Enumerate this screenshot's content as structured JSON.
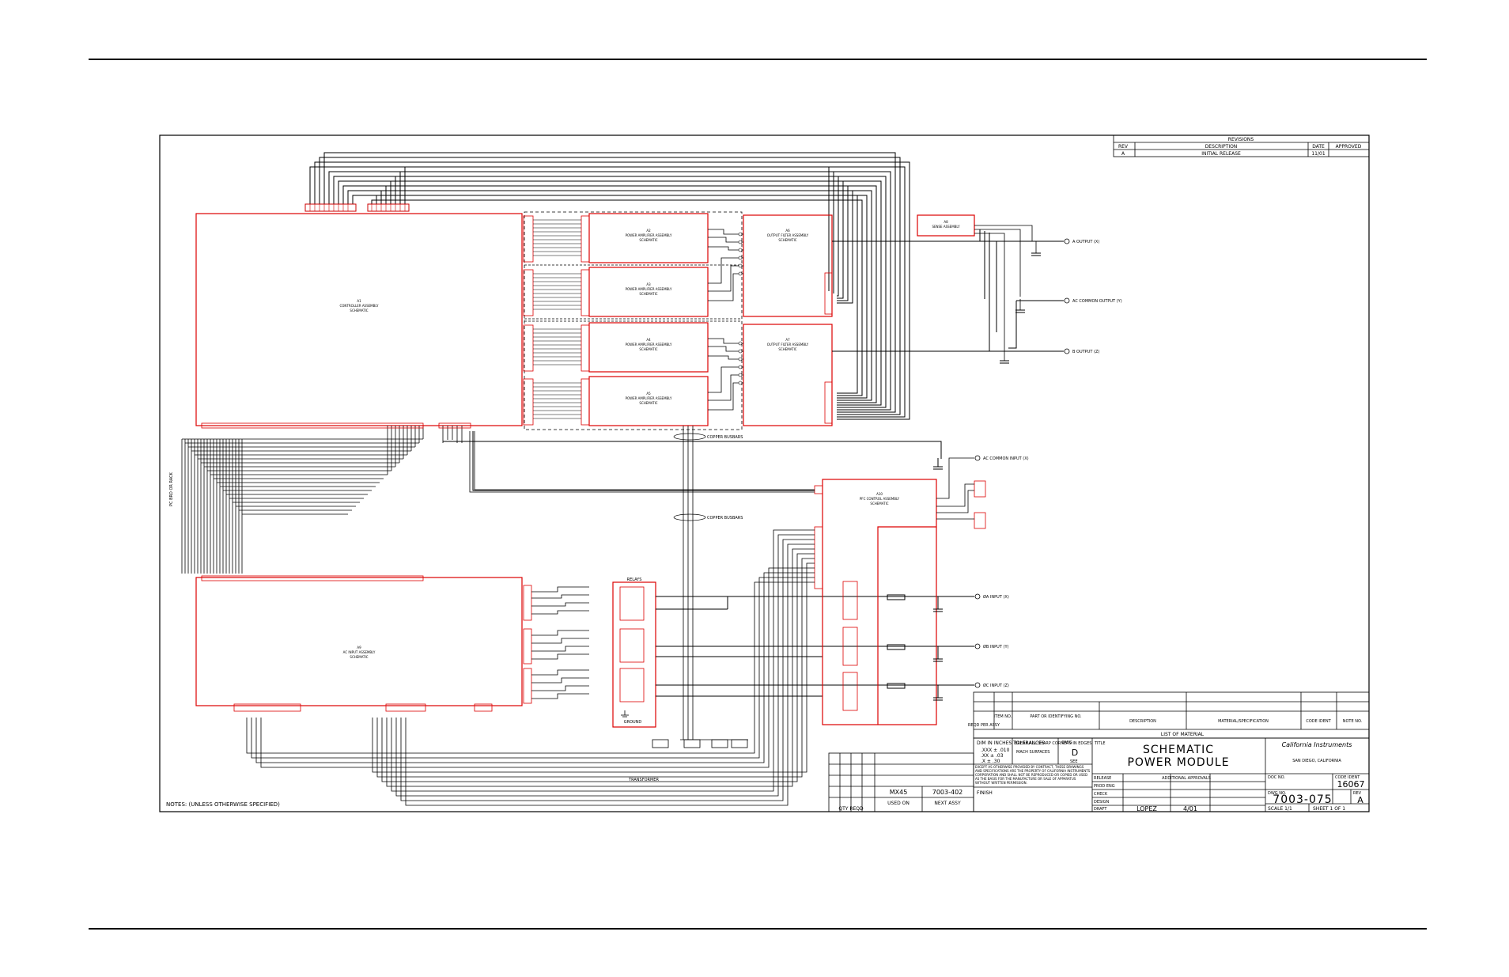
{
  "revisions": {
    "header": "REVISIONS",
    "col_rev": "REV",
    "col_description": "DESCRIPTION",
    "col_date": "DATE",
    "col_approved": "APPROVED",
    "row_rev": "A",
    "row_description": "INITIAL RELEASE",
    "row_date": "11/01"
  },
  "labels": {
    "copper_busbars_top": "COPPER BUSBARS",
    "copper_busbars_mid": "COPPER BUSBARS",
    "notes": "NOTES: (UNLESS OTHERWISE SPECIFIED)",
    "output_a": "A OUTPUT (X)",
    "common_output": "AC COMMON OUTPUT (Y)",
    "output_b": "B OUTPUT (Z)",
    "common_input": "AC COMMON INPUT (X)",
    "input_a": "ØA INPUT (X)",
    "input_b": "ØB INPUT (Y)",
    "input_c": "ØC INPUT (Z)",
    "ground": "GROUND",
    "transformer": "TRANSFORMER",
    "rack": "PC BRD OR RACK"
  },
  "list_of_material": {
    "item_no": "ITEM NO.",
    "part_no": "PART OR IDENTIFYING NO.",
    "description": "DESCRIPTION",
    "material": "MATERIAL/SPECIFICATION",
    "code_ident": "CODE IDENT",
    "note_no": "NOTE NO.",
    "reqd_per_assy": "REQD PER ASSY",
    "title": "LIST OF MATERIAL"
  },
  "tolerances": {
    "dim": "DIM IN INCHES TOLERANCES",
    "xxx": ".XXX ± .010",
    "xx": ".XX ± .03",
    "x": ".X ± .30",
    "break_edges": "BREAK ALL SHARP CORNERS IN EDGES",
    "finish_surfaces": "MACH SURFACES",
    "finish": "FINISH",
    "dwg_size_label": "DWG",
    "dwg_size": "D",
    "see": "SEE",
    "proprietary": "EXCEPT AS OTHERWISE PROVIDED BY CONTRACT, THESE DRAWINGS AND SPECIFICATIONS ARE THE PROPERTY OF CALIFORNIA INSTRUMENTS CORPORATION AND SHALL NOT BE REPRODUCED OR COPIED OR USED AS THE BASIS FOR THE MANUFACTURE OR SALE OF APPARATUS WITHOUT WRITTEN PERMISSION."
  },
  "title_block": {
    "title_label": "TITLE",
    "title_line1": "SCHEMATIC",
    "title_line2": "POWER MODULE",
    "company": "California Instruments",
    "location": "SAN DIEGO, CALIFORNIA",
    "release": "RELEASE",
    "prod_eng": "PROD ENG",
    "check": "CHECK",
    "design": "DESIGN",
    "draft": "DRAFT",
    "draft_name": "LOPEZ",
    "draft_date": "4/01",
    "additional_approvals": "ADDITIONAL APPROVALS",
    "doc_no_label": "DOC NO.",
    "code_ident_label": "CODE IDENT",
    "code_ident": "16067",
    "dwg_no_label": "DWG NO.",
    "dwg_no": "7003-075",
    "rev_label": "REV",
    "rev": "A",
    "scale": "SCALE 1/1",
    "sheet": "SHEET 1 OF 1",
    "mx45": "MX45",
    "next_assy_no": "7003-402",
    "used_on": "USED ON",
    "next_assy": "NEXT ASSY",
    "qty_reqd": "QTY REQD"
  }
}
